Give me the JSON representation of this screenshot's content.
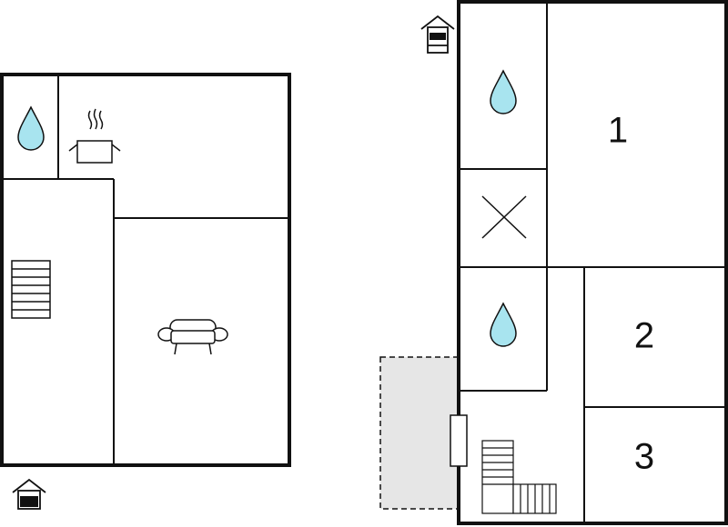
{
  "floorplan": {
    "rooms": [
      {
        "id": "bedroom-1",
        "label": "1"
      },
      {
        "id": "bedroom-2",
        "label": "2"
      },
      {
        "id": "bedroom-3",
        "label": "3"
      }
    ],
    "icons": [
      "water-drop-icon",
      "cooking-pot-icon",
      "sofa-icon",
      "stairs-icon",
      "entrance-icon",
      "door-icon"
    ],
    "colors": {
      "wall": "#111111",
      "water": "#a8e4ef",
      "terrace": "#e6e6e6"
    }
  }
}
